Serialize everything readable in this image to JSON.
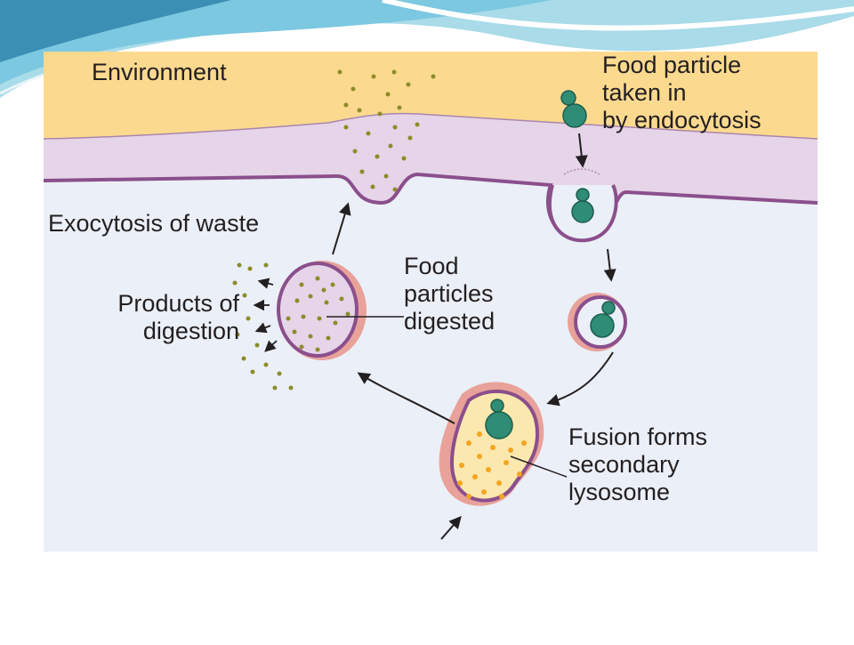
{
  "slide": {
    "accent_colors": [
      "#7cc8e0",
      "#a9dbe9",
      "#3b8fb4",
      "#e9f5fa"
    ]
  },
  "figure": {
    "colors": {
      "environment": "#fbd98f",
      "membrane_fill": "#e6d4e8",
      "membrane_line": "#8a4f8c",
      "cytoplasm": "#ebeff7",
      "vesicle_rim": "#e8a29a",
      "food_particle": "#2f8c75",
      "digestion_dots": "#8c8c2a",
      "enzyme_dots": "#f4a521"
    },
    "labels": {
      "environment": "Environment",
      "endocytosis": [
        "Food particle",
        "taken in",
        "by endocytosis"
      ],
      "exocytosis": "Exocytosis of waste",
      "products": [
        "Products of",
        "digestion"
      ],
      "digested": [
        "Food",
        "particles",
        "digested"
      ],
      "fusion": [
        "Fusion forms",
        "secondary",
        "lysosome"
      ]
    }
  }
}
